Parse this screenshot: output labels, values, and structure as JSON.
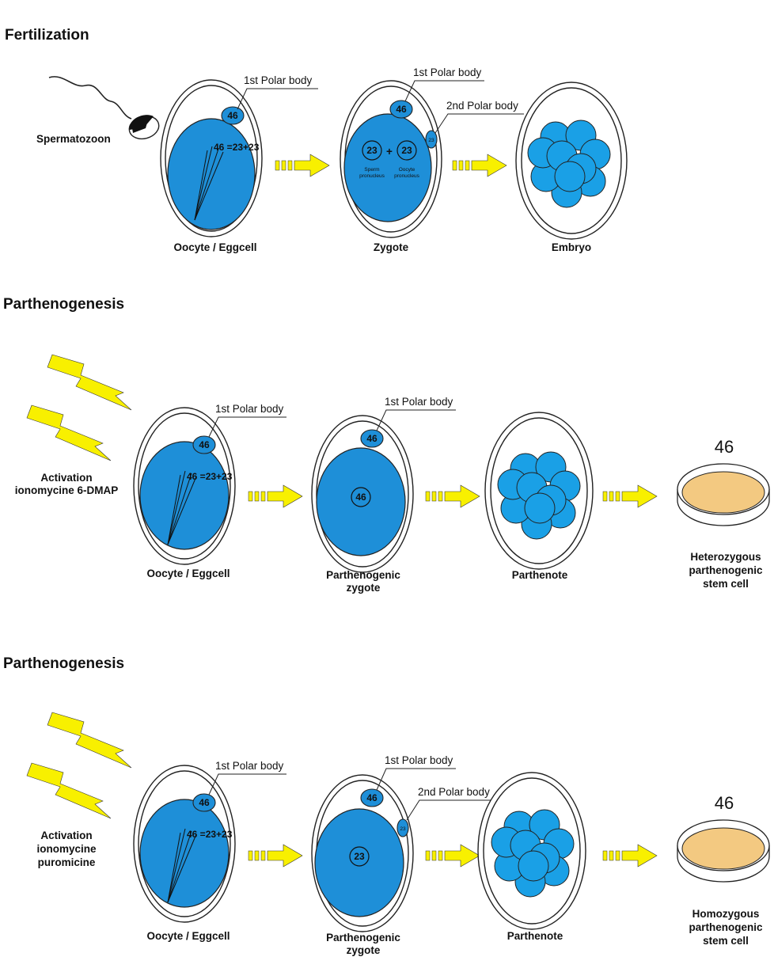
{
  "colors": {
    "cell_blue": "#1E8FD8",
    "blastomere_blue": "#1AA0E6",
    "arrow_yellow": "#F8F000",
    "dish_fill": "#F3C981",
    "outline": "#222222"
  },
  "fertilization": {
    "title": "Fertilization",
    "sperm_label": "Spermatozoon",
    "oocyte": {
      "polar_label": "1st Polar body",
      "polar_number": "46",
      "chromosome_text": "46 =23+23",
      "label": "Oocyte / Eggcell"
    },
    "zygote": {
      "polar1_label": "1st Polar body",
      "polar1_number": "46",
      "polar2_label": "2nd Polar body",
      "polar2_number": "23",
      "sperm_pronucleus_number": "23",
      "plus": "+",
      "oocyte_pronucleus_number": "23",
      "sperm_pronucleus_label_1": "Sperm",
      "sperm_pronucleus_label_2": "pronucleus",
      "oocyte_pronucleus_label_1": "Oocyte",
      "oocyte_pronucleus_label_2": "pronucleus",
      "label": "Zygote"
    },
    "embryo": {
      "label": "Embryo"
    }
  },
  "parthenogenesis_hetero": {
    "title": "Parthenogenesis",
    "activation_lines": [
      "Activation",
      "ionomycine 6-DMAP"
    ],
    "oocyte": {
      "polar_label": "1st Polar body",
      "polar_number": "46",
      "chromosome_text": "46 =23+23",
      "label": "Oocyte / Eggcell"
    },
    "zygote": {
      "polar_label": "1st Polar body",
      "polar_number": "46",
      "nucleus_number": "46",
      "label_lines": [
        "Parthenogenic",
        "zygote"
      ]
    },
    "parthenote": {
      "label": "Parthenote"
    },
    "stem_cell": {
      "number": "46",
      "label_lines": [
        "Heterozygous",
        "parthenogenic",
        "stem cell"
      ]
    }
  },
  "parthenogenesis_homo": {
    "title": "Parthenogenesis",
    "activation_lines": [
      "Activation",
      "ionomycine",
      "puromicine"
    ],
    "oocyte": {
      "polar_label": "1st Polar body",
      "polar_number": "46",
      "chromosome_text": "46 =23+23",
      "label": "Oocyte / Eggcell"
    },
    "zygote": {
      "polar1_label": "1st Polar body",
      "polar1_number": "46",
      "polar2_label": "2nd Polar body",
      "polar2_number": "23",
      "nucleus_number": "23",
      "label_lines": [
        "Parthenogenic",
        "zygote"
      ]
    },
    "parthenote": {
      "label": "Parthenote"
    },
    "stem_cell": {
      "number": "46",
      "label_lines": [
        "Homozygous",
        "parthenogenic",
        "stem cell"
      ]
    }
  }
}
